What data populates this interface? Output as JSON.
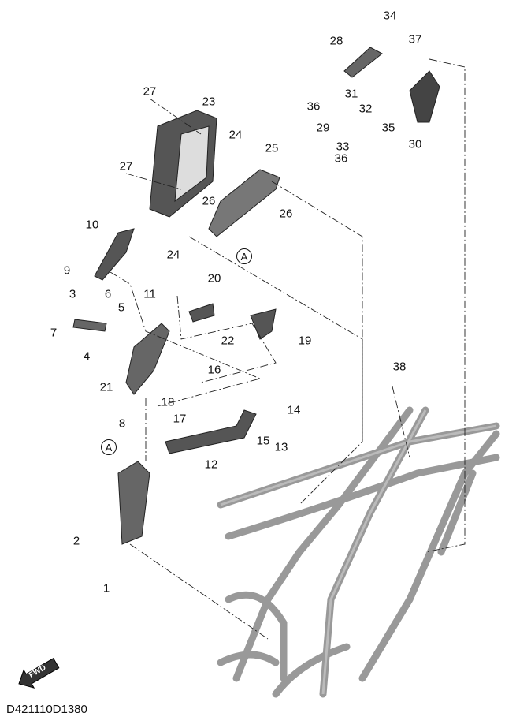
{
  "labels": [
    "34",
    "28",
    "37",
    "36",
    "31",
    "32",
    "29",
    "33",
    "36",
    "35",
    "30",
    "27",
    "23",
    "24",
    "25",
    "27",
    "26",
    "26",
    "24",
    "10",
    "9",
    "20",
    "11",
    "3",
    "6",
    "5",
    "19",
    "7",
    "22",
    "4",
    "21",
    "16",
    "38",
    "8",
    "18",
    "17",
    "14",
    "15",
    "13",
    "12",
    "2",
    "1"
  ],
  "reference_marks": [
    "A",
    "A"
  ],
  "fwd_label": "FWD",
  "diagram_code": "D421110D1380"
}
